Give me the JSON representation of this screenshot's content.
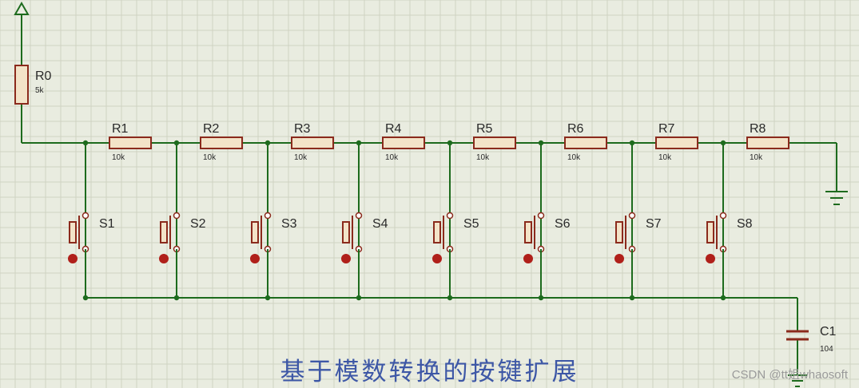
{
  "caption": "基于模数转换的按键扩展",
  "watermark": "CSDN @tt姐whaosoft",
  "colors": {
    "background": "#e9ece0",
    "grid": "#cfd3c2",
    "wire": "#1d6b1d",
    "resistor_body": "#f3e3c8",
    "resistor_outline": "#8b2a1c",
    "switch_dot": "#b0201a",
    "caption": "#3d57a6"
  },
  "components": {
    "pullup": {
      "ref": "R0",
      "value": "5k"
    },
    "ladder": [
      {
        "ref": "R1",
        "value": "10k"
      },
      {
        "ref": "R2",
        "value": "10k"
      },
      {
        "ref": "R3",
        "value": "10k"
      },
      {
        "ref": "R4",
        "value": "10k"
      },
      {
        "ref": "R5",
        "value": "10k"
      },
      {
        "ref": "R6",
        "value": "10k"
      },
      {
        "ref": "R7",
        "value": "10k"
      },
      {
        "ref": "R8",
        "value": "10k"
      }
    ],
    "switches": [
      "S1",
      "S2",
      "S3",
      "S4",
      "S5",
      "S6",
      "S7",
      "S8"
    ],
    "capacitor": {
      "ref": "C1",
      "value": "104"
    }
  }
}
